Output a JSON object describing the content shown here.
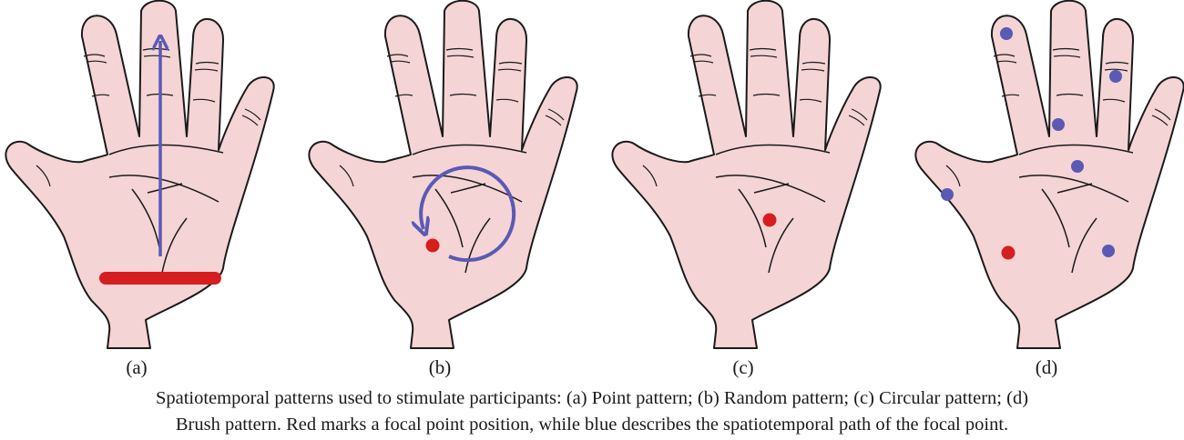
{
  "panels": [
    {
      "label": "(a)"
    },
    {
      "label": "(b)"
    },
    {
      "label": "(c)"
    },
    {
      "label": "(d)"
    }
  ],
  "caption": {
    "line1": "Spatiotemporal patterns used to stimulate participants: (a) Point pattern; (b) Random pattern; (c) Circular pattern; (d)",
    "line2": "Brush pattern. Red marks a focal point position, while blue describes the spatiotemporal path of the focal point."
  },
  "colors": {
    "skin": "#f5d4d6",
    "outline": "#1a1a1a",
    "focal_red": "#d71e1e",
    "path_blue": "#5a5ab4"
  }
}
